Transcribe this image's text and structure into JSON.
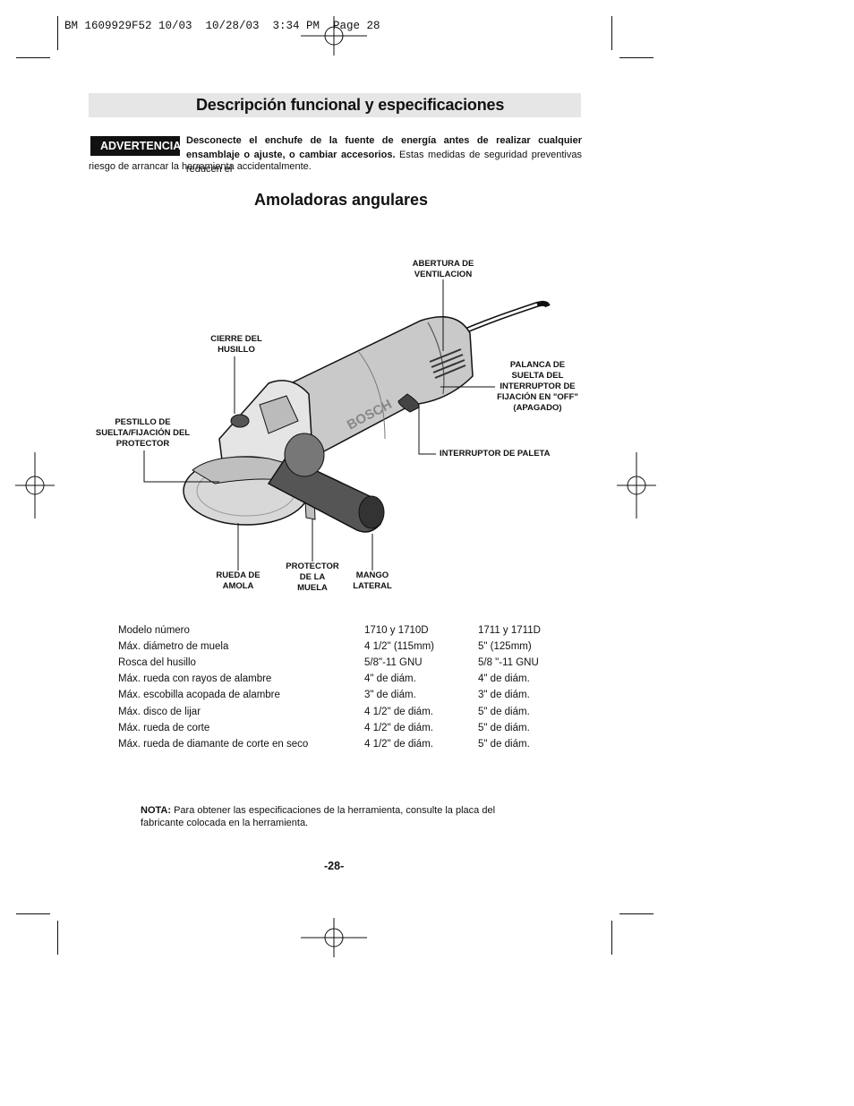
{
  "slug": "BM 1609929F52 10/03  10/28/03  3:34 PM  Page 28",
  "section_title": "Descripción funcional y especificaciones",
  "warning": {
    "badge": "ADVERTENCIA",
    "bold_text": "Desconecte el enchufe de la fuente de energía antes de realizar cualquier ensamblaje o ajuste, o cambiar accesorios.",
    "text_inline": "Estas medidas de seguridad preventivas reducen el",
    "text_line2": "riesgo de arrancar la herramienta accidentalmente."
  },
  "subtitle": "Amoladoras angulares",
  "callouts": {
    "abertura": "ABERTURA DE\nVENTILACION",
    "cierre": "CIERRE DEL\nHUSILLO",
    "palanca": "PALANCA DE\nSUELTA DEL\nINTERRUPTOR DE\nFIJACIÓN EN \"OFF\"\n(APAGADO)",
    "pestillo": "PESTILLO DE\nSUELTA/FIJACIÓN DEL\nPROTECTOR",
    "interruptor": "INTERRUPTOR DE PALETA",
    "rueda": "RUEDA DE\nAMOLA",
    "protector": "PROTECTOR\nDE LA\nMUELA",
    "mango": "MANGO\nLATERAL"
  },
  "brand_on_tool": "BOSCH",
  "specs": [
    {
      "label": "Modelo número",
      "a": "1710 y 1710D",
      "b": "1711 y 1711D"
    },
    {
      "label": "Máx. diámetro de muela",
      "a": "4 1/2\" (115mm)",
      "b": "5\" (125mm)"
    },
    {
      "label": "Rosca del husillo",
      "a": "5/8\"-11 GNU",
      "b": "5/8 \"-11 GNU"
    },
    {
      "label": "Máx. rueda con rayos de alambre",
      "a": "4\" de diám.",
      "b": "4\" de diám."
    },
    {
      "label": "Máx. escobilla acopada de alambre",
      "a": "3\" de diám.",
      "b": "3\" de diám."
    },
    {
      "label": "Máx. disco de lijar",
      "a": "4 1/2\" de diám.",
      "b": "5\" de diám."
    },
    {
      "label": "Máx. rueda de corte",
      "a": "4 1/2\" de diám.",
      "b": "5\" de diám."
    },
    {
      "label": "Máx. rueda de diamante de corte en seco",
      "a": "4 1/2\" de diám.",
      "b": "5\" de diám."
    }
  ],
  "nota": {
    "label": "NOTA:",
    "text": "Para obtener las especificaciones de la herramienta, consulte la placa del fabricante colocada en la herramienta."
  },
  "page_number": "-28-"
}
